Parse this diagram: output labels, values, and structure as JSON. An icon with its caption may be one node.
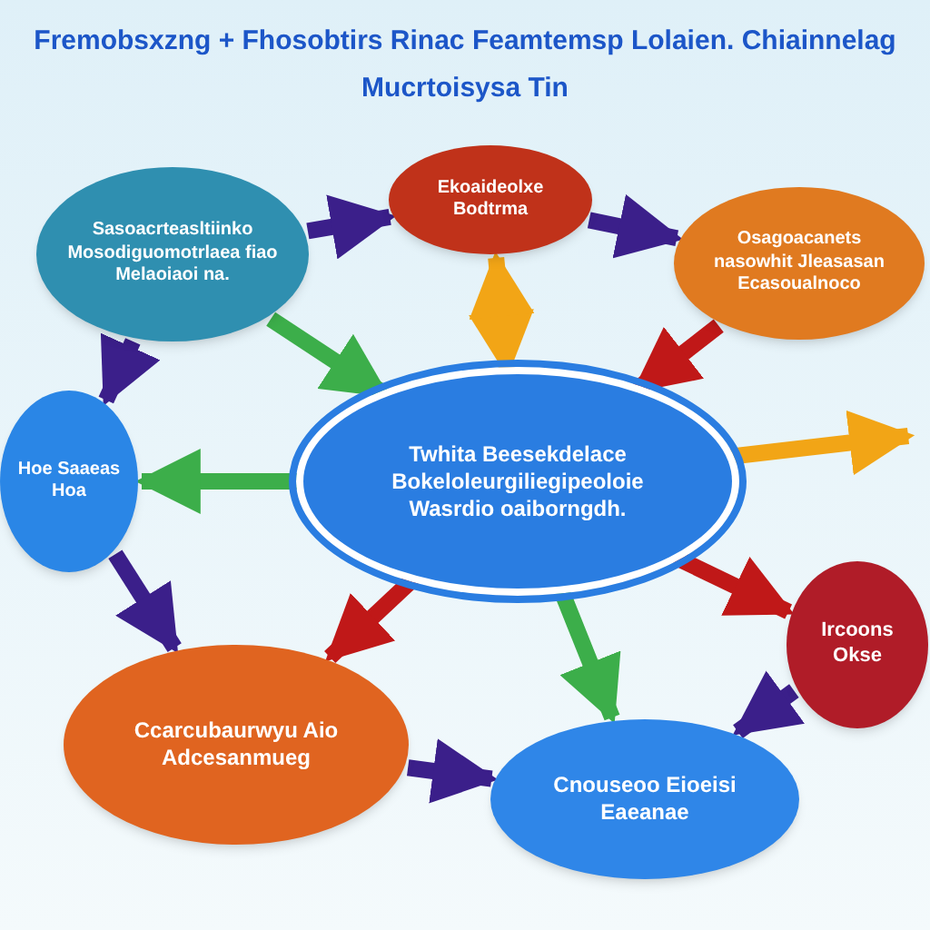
{
  "diagram": {
    "title": "Fremobsxzng + Fhosobtirs Rinac Feamtemsp Lolaien. Chiainnelag Mucrtoisysa Tin",
    "nodes": [
      {
        "text": [
          "Twhita Beesekdelace Bokeloleurgiliegipeoloie Wasrdio oaiborngdh."
        ]
      },
      {
        "text": [
          "Sasoacrteasltiinko Mosodiguomotrlaea fiao Melaoiaoi na."
        ]
      },
      {
        "text": [
          "Ekoaideolxe Bodtrma"
        ]
      },
      {
        "text": [
          "Osagoacanets nasowhit Jleasasan Ecasoualnoco"
        ]
      },
      {
        "text": [
          "Hoe Saaeas Hoa"
        ]
      },
      {
        "text": [
          "Ircoons Okse"
        ]
      },
      {
        "text": [
          "Ccarcubaurwyu Aio Adcesanmueg"
        ]
      },
      {
        "text": [
          "Cnouseoo Eioeisi Eaeanae"
        ]
      }
    ],
    "edges": [
      {
        "from": 1,
        "to": 2,
        "arrow": "to",
        "color": "#3b1f8a"
      },
      {
        "from": 2,
        "to": 3,
        "arrow": "to",
        "color": "#3b1f8a"
      },
      {
        "from": 0,
        "to": 2,
        "arrow": "both",
        "color": "#f2a516"
      },
      {
        "from": 1,
        "to": 0,
        "arrow": "to",
        "color": "#3cae4a"
      },
      {
        "from": 3,
        "to": 0,
        "arrow": "to",
        "color": "#c01818"
      },
      {
        "from": 0,
        "to": null,
        "arrow": "to",
        "color": "#f2a516"
      },
      {
        "from": 0,
        "to": 4,
        "arrow": "to",
        "color": "#3cae4a"
      },
      {
        "from": 1,
        "to": 4,
        "arrow": "to",
        "color": "#3b1f8a"
      },
      {
        "from": 4,
        "to": 6,
        "arrow": "to",
        "color": "#3b1f8a"
      },
      {
        "from": 0,
        "to": 6,
        "arrow": "to",
        "color": "#c01818"
      },
      {
        "from": 0,
        "to": 7,
        "arrow": "to",
        "color": "#3cae4a"
      },
      {
        "from": 0,
        "to": 5,
        "arrow": "to",
        "color": "#c01818"
      },
      {
        "from": 5,
        "to": 7,
        "arrow": "to",
        "color": "#3b1f8a"
      },
      {
        "from": 6,
        "to": 7,
        "arrow": "to",
        "color": "#3b1f8a"
      }
    ]
  }
}
